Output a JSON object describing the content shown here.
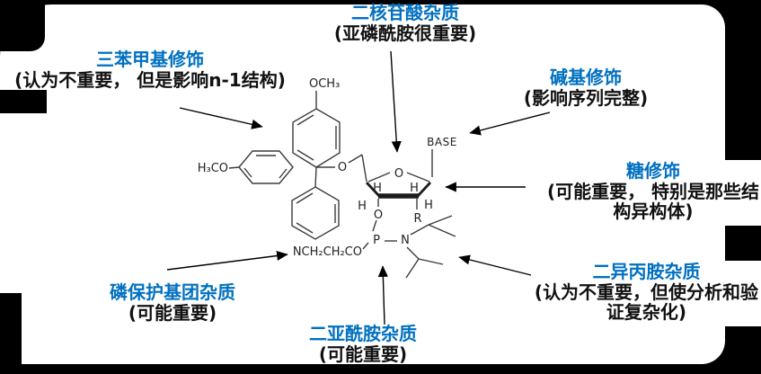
{
  "colors": {
    "background": "#000000",
    "panel": "#ffffff",
    "accent_blue": "#0070C0",
    "annotation_text": "#111111"
  },
  "labels": {
    "dinucleotide": {
      "title": "二核苷酸杂质",
      "subtitle": "(亚磷酰胺很重要)"
    },
    "trityl": {
      "title": "三苯甲基修饰",
      "subtitle": "(认为不重要， 但是影响n-1结构)"
    },
    "base_mod": {
      "title": "碱基修饰",
      "subtitle": "(影响序列完整)"
    },
    "sugar_mod": {
      "title": "糖修饰",
      "subtitle": "(可能重要， 特别是那些结构异构体)"
    },
    "diisopropylamine": {
      "title": "二异丙胺杂质",
      "subtitle": "(认为不重要，但使分析和验证复杂化)"
    },
    "phosphate_protect": {
      "title": "磷保护基团杂质",
      "subtitle": "(可能重要)"
    },
    "diamidite": {
      "title": "二亚酰胺杂质",
      "subtitle": "(可能重要)"
    }
  },
  "molecule": {
    "och3_top": "OCH₃",
    "h3co_left": "H₃CO",
    "o_dmt": "O",
    "ring_o": "O",
    "base": "BASE",
    "h_inner_left": "H",
    "h_inner_right": "H",
    "h_outer_left": "H",
    "h_outer_right": "H",
    "o3": "O",
    "r_group": "R",
    "phosphorus": "P",
    "nitrogen": "N",
    "cyanoethyl": "NCH₂CH₂CO"
  }
}
